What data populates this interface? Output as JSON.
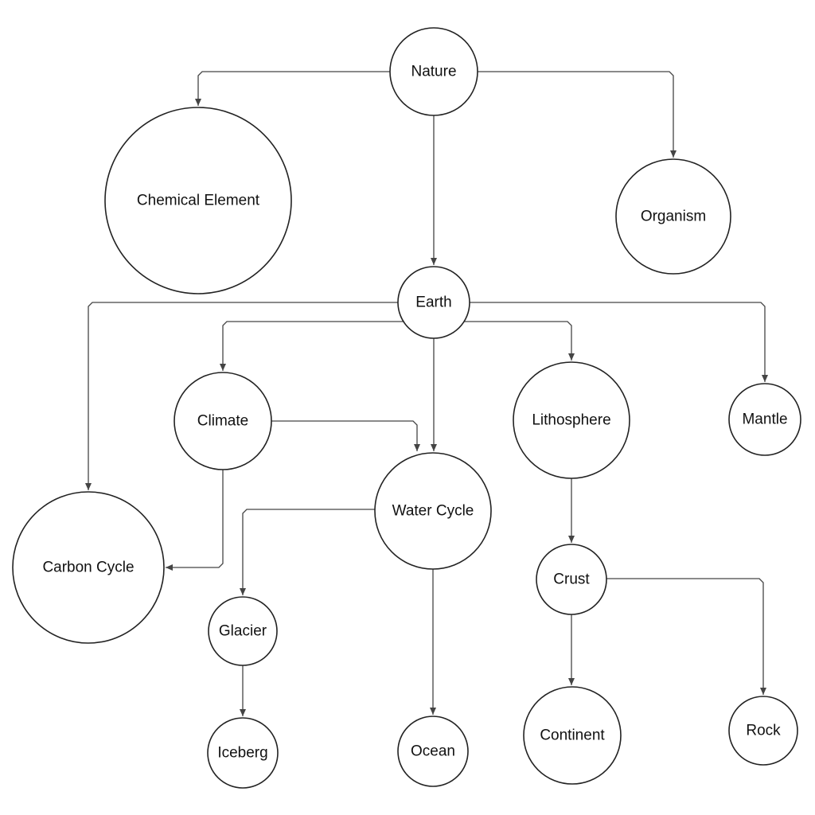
{
  "diagram": {
    "nodes": [
      {
        "id": "nature",
        "label": "Nature"
      },
      {
        "id": "chemical-element",
        "label": "Chemical Element"
      },
      {
        "id": "organism",
        "label": "Organism"
      },
      {
        "id": "earth",
        "label": "Earth"
      },
      {
        "id": "climate",
        "label": "Climate"
      },
      {
        "id": "lithosphere",
        "label": "Lithosphere"
      },
      {
        "id": "mantle",
        "label": "Mantle"
      },
      {
        "id": "water-cycle",
        "label": "Water Cycle"
      },
      {
        "id": "carbon-cycle",
        "label": "Carbon Cycle"
      },
      {
        "id": "crust",
        "label": "Crust"
      },
      {
        "id": "glacier",
        "label": "Glacier"
      },
      {
        "id": "iceberg",
        "label": "Iceberg"
      },
      {
        "id": "ocean",
        "label": "Ocean"
      },
      {
        "id": "continent",
        "label": "Continent"
      },
      {
        "id": "rock",
        "label": "Rock"
      }
    ],
    "edges": [
      {
        "from": "nature",
        "to": "chemical-element"
      },
      {
        "from": "nature",
        "to": "organism"
      },
      {
        "from": "nature",
        "to": "earth"
      },
      {
        "from": "earth",
        "to": "carbon-cycle"
      },
      {
        "from": "earth",
        "to": "climate"
      },
      {
        "from": "earth",
        "to": "water-cycle"
      },
      {
        "from": "earth",
        "to": "lithosphere"
      },
      {
        "from": "earth",
        "to": "mantle"
      },
      {
        "from": "climate",
        "to": "water-cycle"
      },
      {
        "from": "climate",
        "to": "carbon-cycle"
      },
      {
        "from": "water-cycle",
        "to": "glacier"
      },
      {
        "from": "water-cycle",
        "to": "ocean"
      },
      {
        "from": "glacier",
        "to": "iceberg"
      },
      {
        "from": "lithosphere",
        "to": "crust"
      },
      {
        "from": "crust",
        "to": "continent"
      },
      {
        "from": "crust",
        "to": "rock"
      }
    ]
  }
}
